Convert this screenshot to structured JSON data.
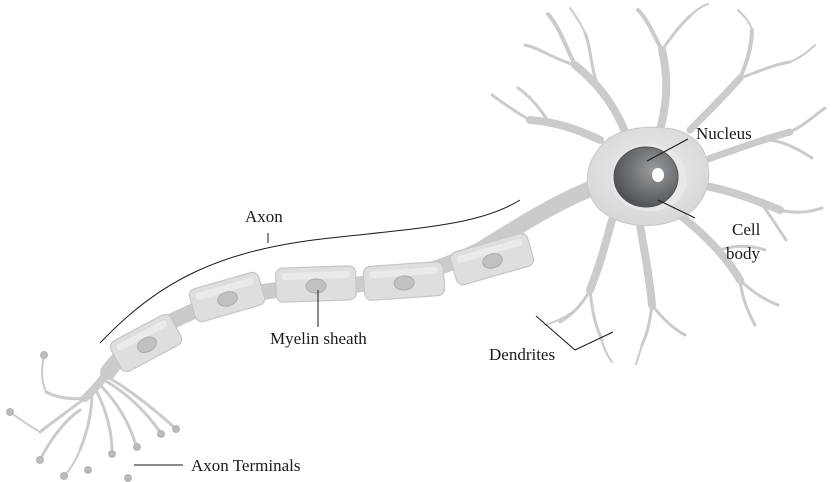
{
  "labels": {
    "axon": "Axon",
    "nucleus": "Nucleus",
    "cell_body_line1": "Cell",
    "cell_body_line2": "body",
    "myelin_sheath": "Myelin sheath",
    "dendrites": "Dendrites",
    "axon_terminals": "Axon Terminals"
  },
  "colors": {
    "membrane": "#d4d6d8",
    "myelin": "#dcdedf",
    "nucleus": "#5f6366",
    "label_text": "#1a1a1a"
  }
}
